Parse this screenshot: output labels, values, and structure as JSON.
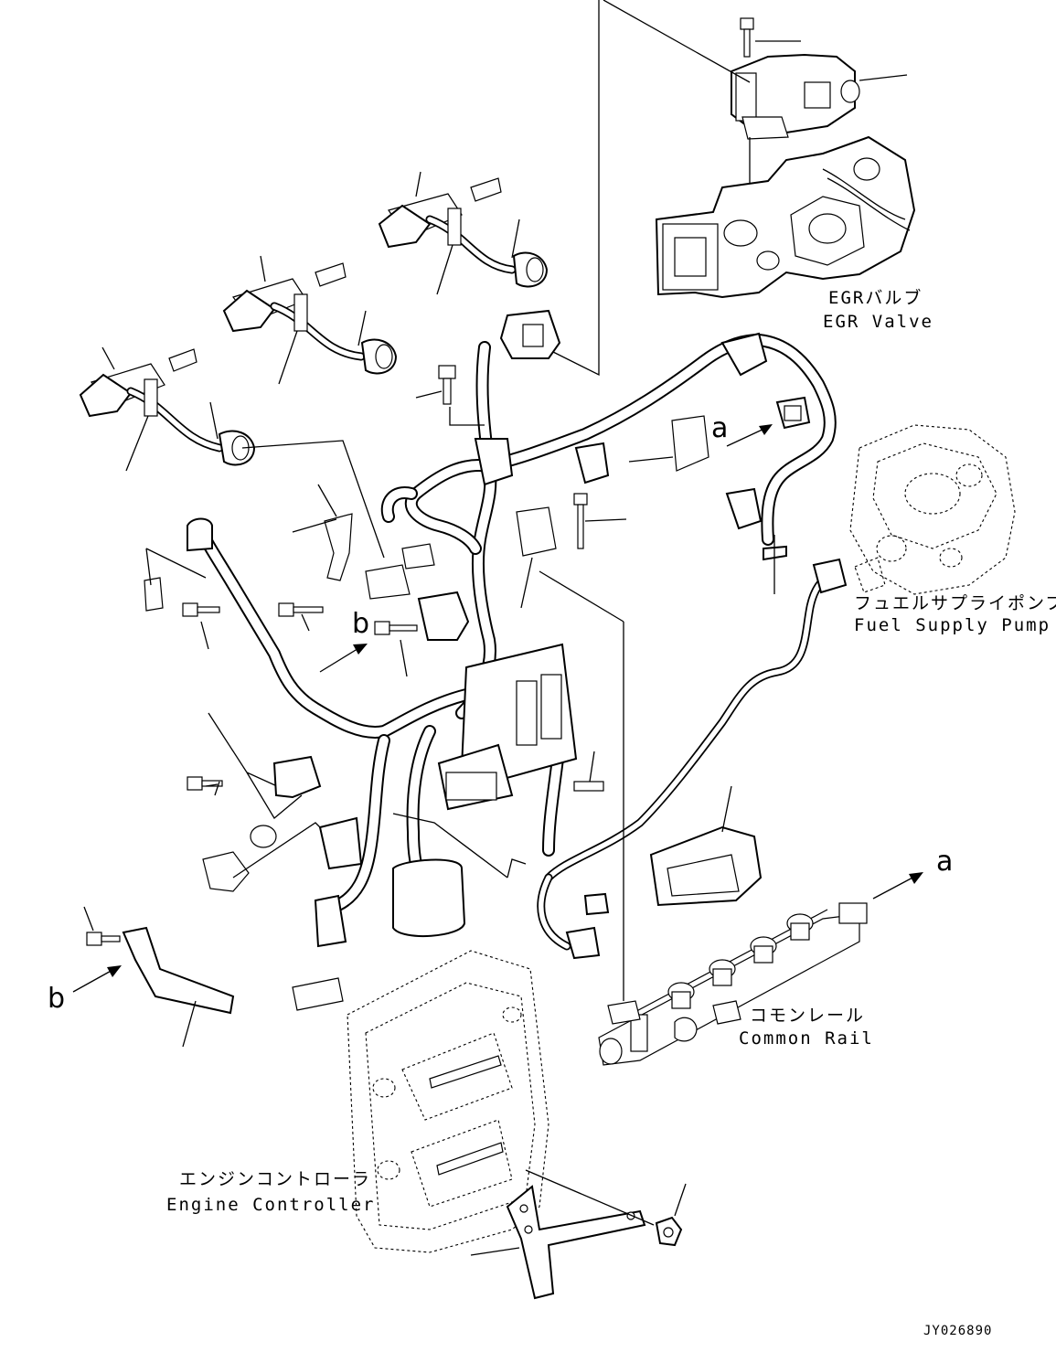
{
  "labels": {
    "egr_valve_jp": "EGRバルブ",
    "egr_valve_en": "EGR Valve",
    "fuel_pump_jp": "フュエルサプライポンプ",
    "fuel_pump_en": "Fuel Supply Pump",
    "common_rail_jp": "コモンレール",
    "common_rail_en": "Common Rail",
    "engine_controller_jp": "エンジンコントローラ",
    "engine_controller_en": "Engine Controller"
  },
  "refs": {
    "a": "a",
    "b": "b"
  },
  "drawing_code": "JY026890"
}
